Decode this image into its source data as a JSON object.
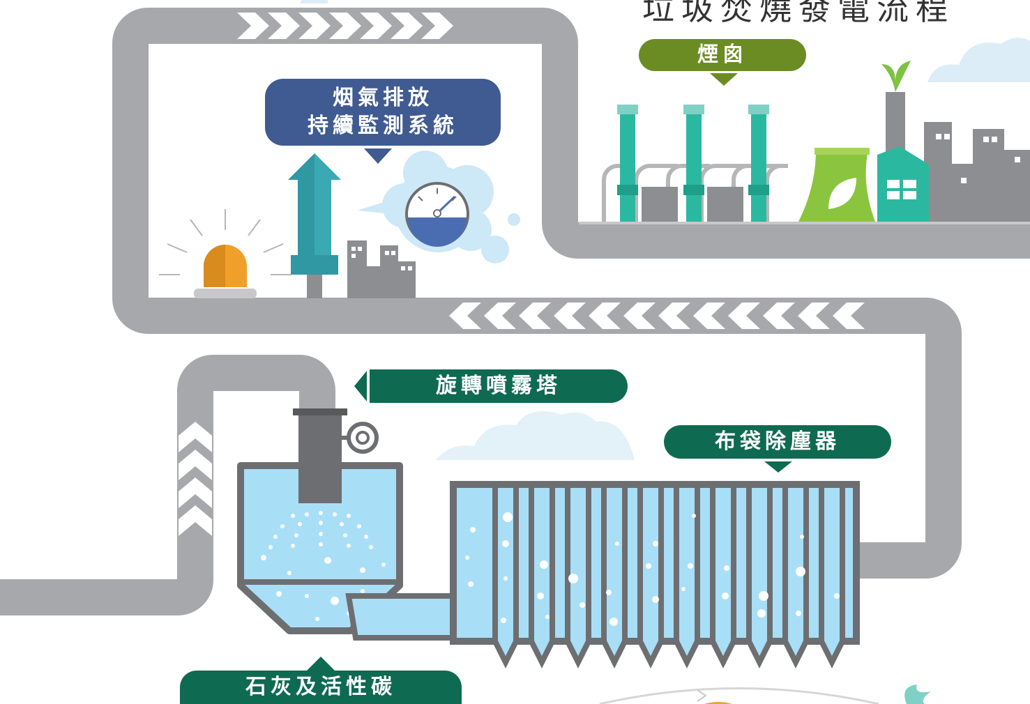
{
  "title": "垃圾焚燒發電流程",
  "labels": {
    "chimney": "煙囪",
    "cems_line1": "烟氣排放",
    "cems_line2": "持續監測系統",
    "spray_tower": "旋轉噴霧塔",
    "baghouse": "布袋除塵器",
    "lime_carbon": "石灰及活性碳"
  },
  "colors": {
    "pipe": "#a7a8ab",
    "chimney_label": "#6b8c23",
    "cems_label": "#405b92",
    "process_label": "#0f6a52",
    "stack_teal": "#2bb8a0",
    "tank_water": "#a9def7",
    "tank_frame": "#6d6e71",
    "alarm": "#f0a02a",
    "cloud": "#d6ecf8"
  }
}
